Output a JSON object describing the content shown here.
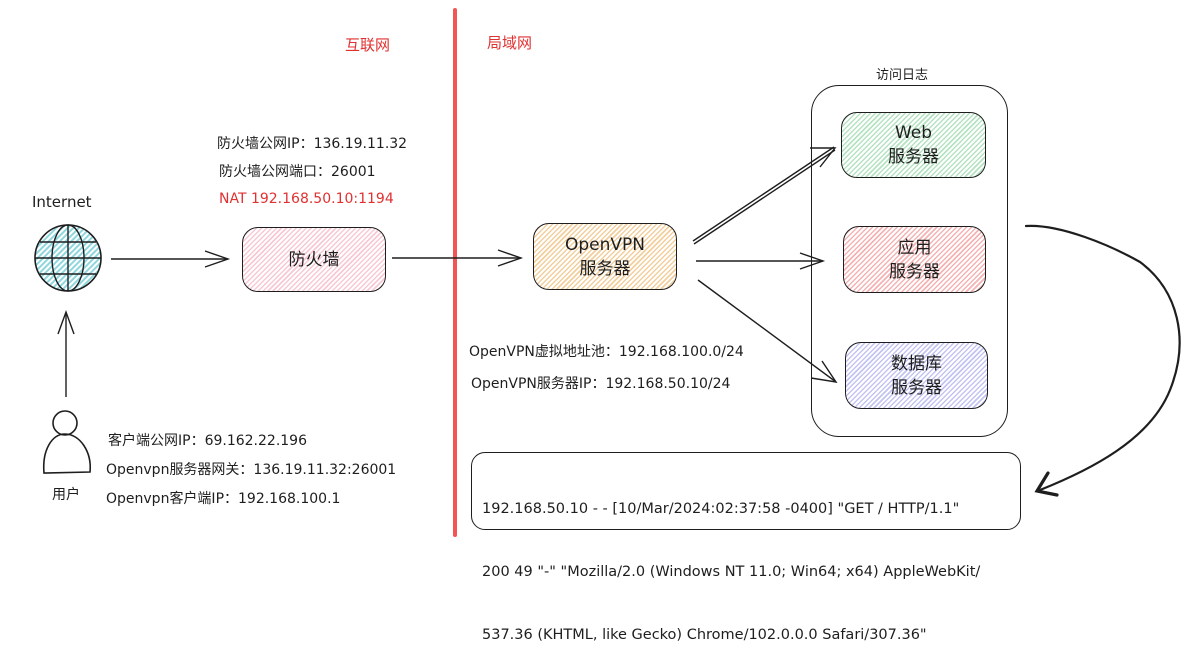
{
  "zones": {
    "internet_label": "互联网",
    "lan_label": "局域网",
    "divider_color": "#f25555"
  },
  "internet": {
    "label": "Internet",
    "icon": "globe-icon"
  },
  "user": {
    "label": "用户",
    "icon": "user-icon",
    "info": [
      "客户端公网IP：69.162.22.196",
      "Openvpn服务器网关：136.19.11.32:26001",
      "Openvpn客户端IP：192.168.100.1"
    ]
  },
  "firewall": {
    "label": "防火墙",
    "info": [
      "防火墙公网IP：136.19.11.32",
      "防火墙公网端口：26001"
    ],
    "nat": "NAT 192.168.50.10:1194",
    "fill_color": "#f8c8d4"
  },
  "openvpn": {
    "line1": "OpenVPN",
    "line2": "服务器",
    "info": [
      "OpenVPN虚拟地址池：192.168.100.0/24",
      "OpenVPN服务器IP：192.168.50.10/24"
    ],
    "fill_color": "#f3cf9e"
  },
  "servers_group": {
    "title": "访问日志",
    "servers": [
      {
        "line1": "Web",
        "line2": "服务器",
        "fill_color": "#b5e3c2"
      },
      {
        "line1": "应用",
        "line2": "服务器",
        "fill_color": "#f5b3b3"
      },
      {
        "line1": "数据库",
        "line2": "服务器",
        "fill_color": "#c4c4f2"
      }
    ]
  },
  "access_log": {
    "lines": [
      "192.168.50.10 - - [10/Mar/2024:02:37:58 -0400] \"GET / HTTP/1.1\"",
      "200 49 \"-\" \"Mozilla/2.0 (Windows NT 11.0; Win64; x64) AppleWebKit/",
      "537.36 (KHTML, like Gecko) Chrome/102.0.0.0 Safari/307.36\""
    ]
  }
}
